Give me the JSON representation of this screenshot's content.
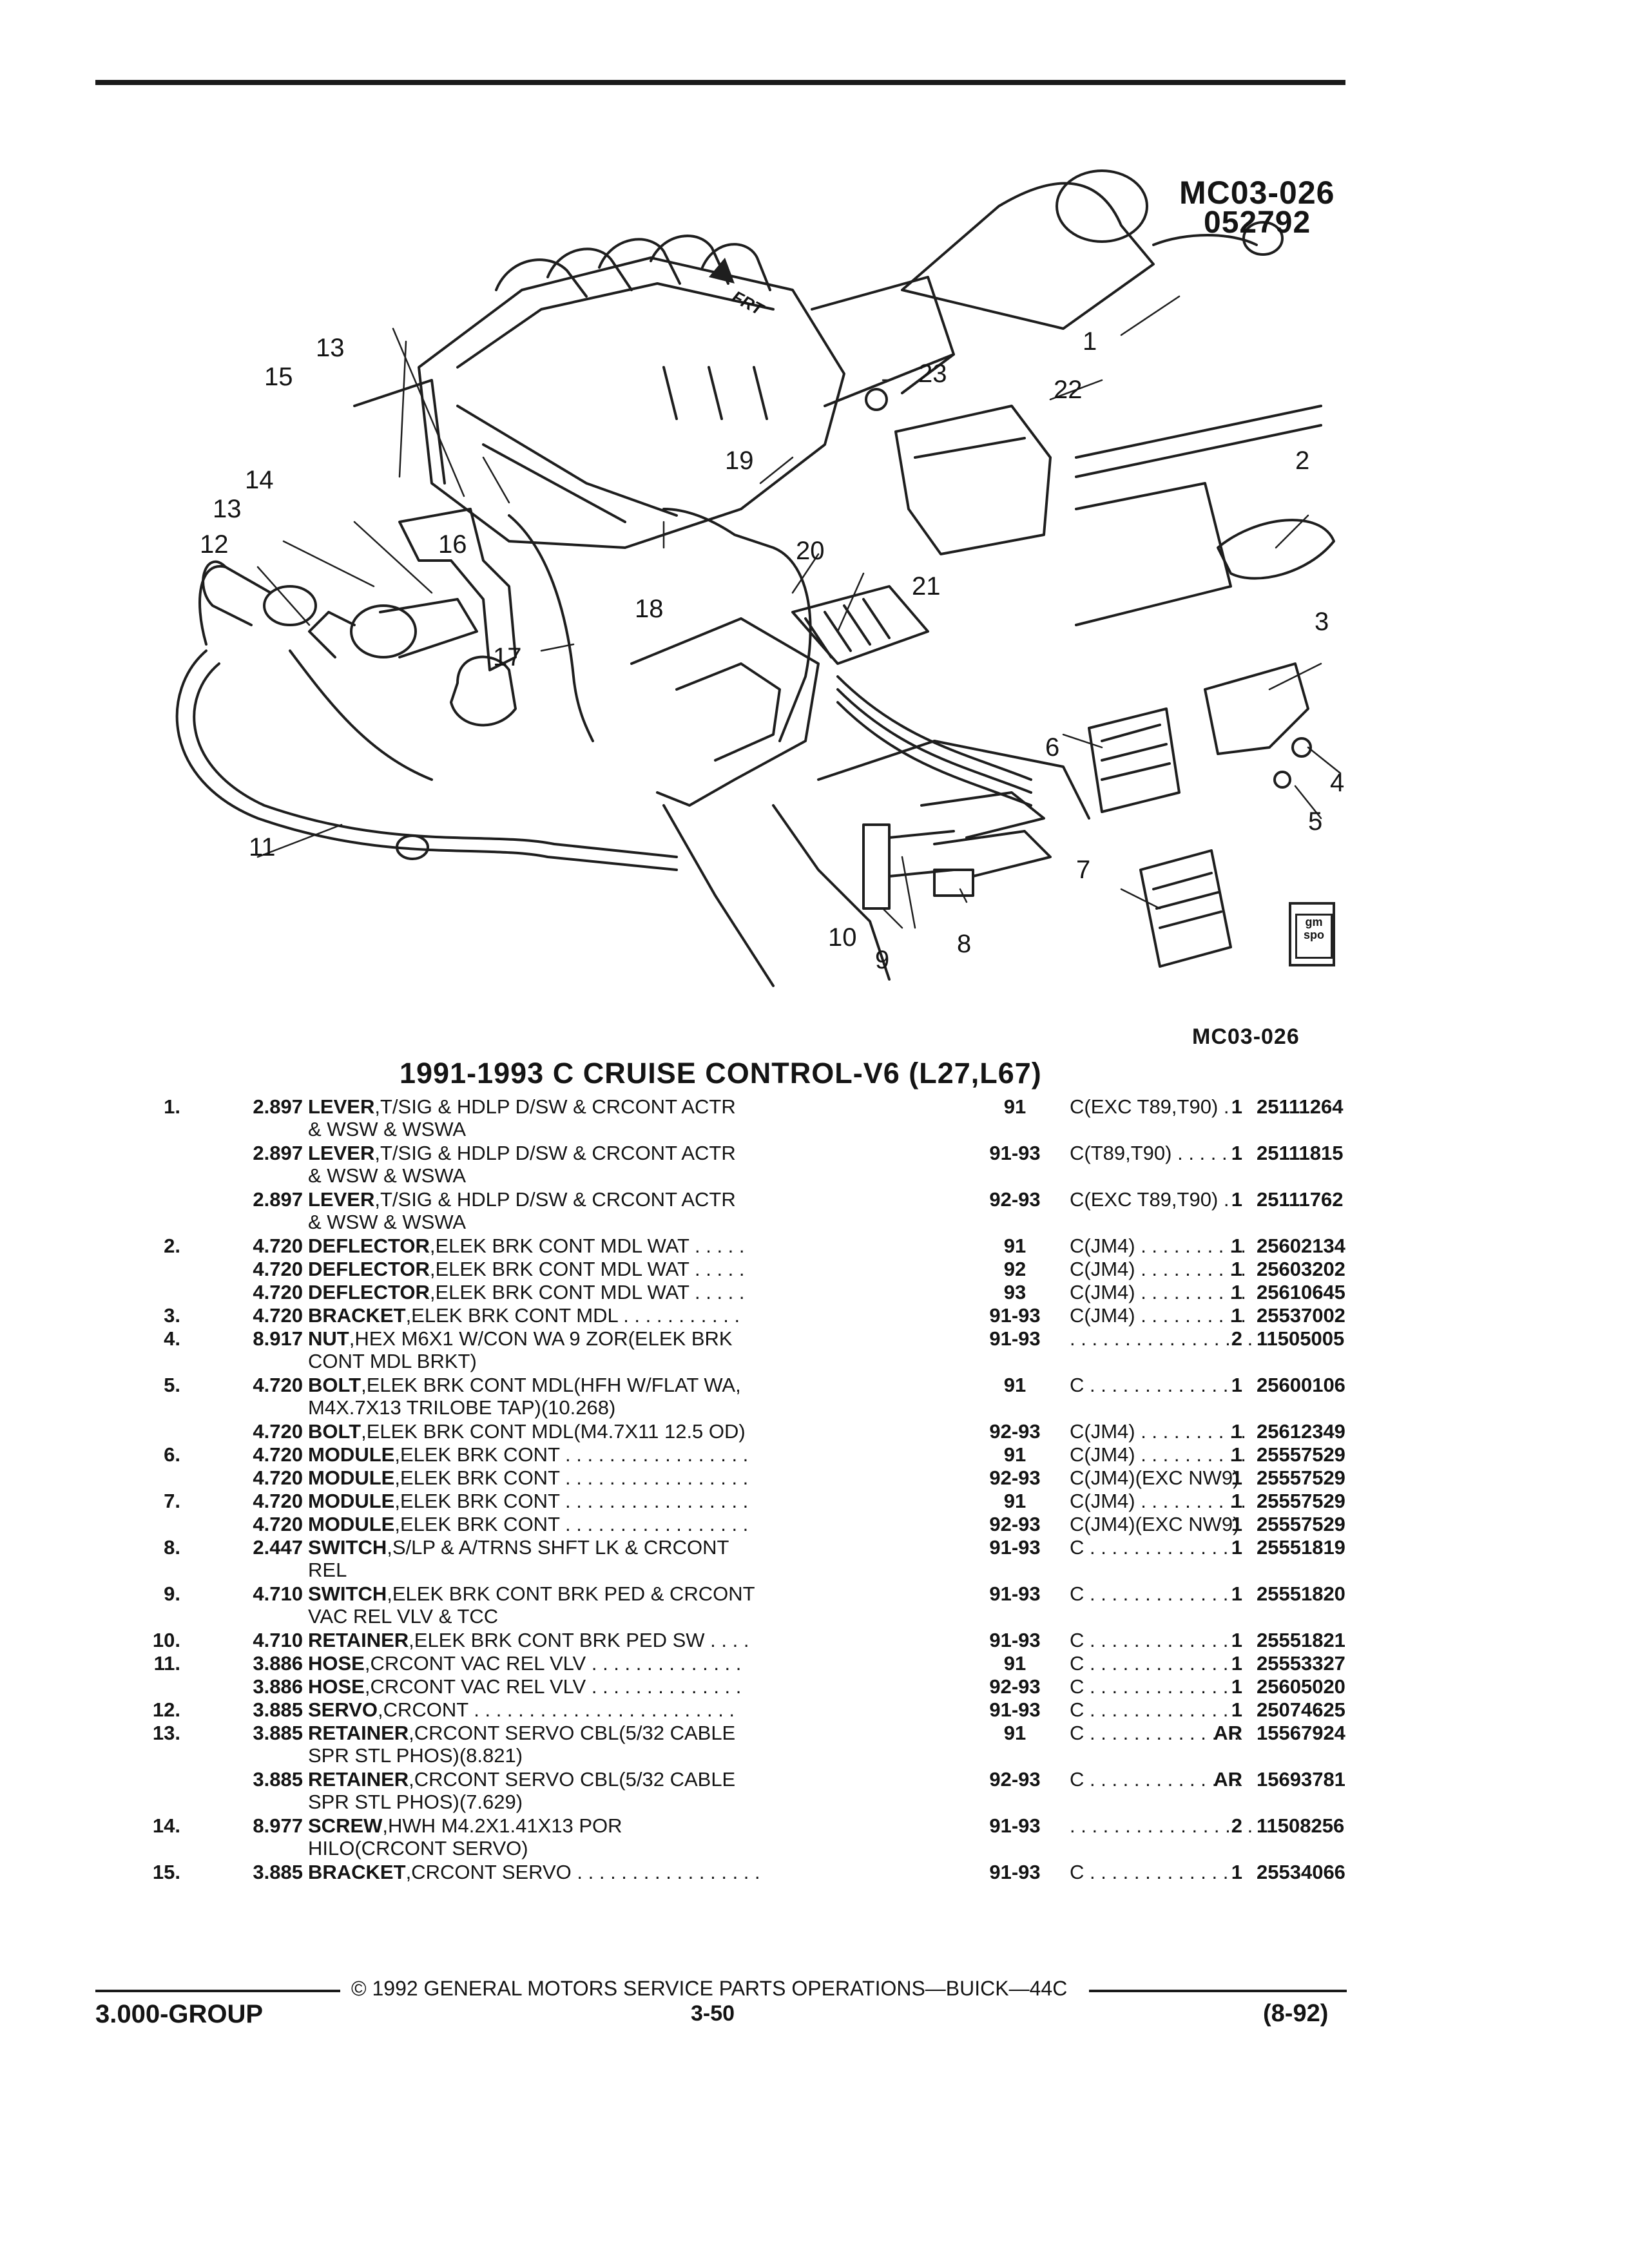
{
  "figure": {
    "code_top": "MC03-026",
    "date_top": "052792",
    "code_bottom": "MC03-026",
    "frt_label": "FRT",
    "logo_text": "gm spo",
    "callouts": [
      "1",
      "2",
      "3",
      "4",
      "5",
      "6",
      "7",
      "8",
      "9",
      "10",
      "11",
      "12",
      "13",
      "13",
      "14",
      "15",
      "16",
      "17",
      "18",
      "19",
      "20",
      "21",
      "22",
      "23"
    ]
  },
  "section_title": "1991-1993 C CRUISE CONTROL-V6 (L27,L67)",
  "parts": [
    {
      "ref": "1.",
      "group": "2.897",
      "name": "LEVER",
      "desc": ",T/SIG & HDLP D/SW & CRCONT ACTR",
      "desc2": "& WSW & WSWA",
      "years": "91",
      "usage": "C(EXC T89,T90)  . .",
      "qty": "1",
      "part": "25111264"
    },
    {
      "ref": "",
      "group": "2.897",
      "name": "LEVER",
      "desc": ",T/SIG & HDLP D/SW & CRCONT ACTR",
      "desc2": "& WSW & WSWA",
      "years": "91-93",
      "usage": "C(T89,T90)  . . . . . .",
      "qty": "1",
      "part": "25111815"
    },
    {
      "ref": "",
      "group": "2.897",
      "name": "LEVER",
      "desc": ",T/SIG & HDLP D/SW & CRCONT ACTR",
      "desc2": "& WSW & WSWA",
      "years": "92-93",
      "usage": "C(EXC T89,T90)  . .",
      "qty": "1",
      "part": "25111762"
    },
    {
      "ref": "2.",
      "group": "4.720",
      "name": "DEFLECTOR",
      "desc": ",ELEK BRK CONT MDL WAT  . . . . .",
      "desc2": "",
      "years": "91",
      "usage": "C(JM4)  . . . . . . . . . .",
      "qty": "1",
      "part": "25602134"
    },
    {
      "ref": "",
      "group": "4.720",
      "name": "DEFLECTOR",
      "desc": ",ELEK BRK CONT MDL WAT  . . . . .",
      "desc2": "",
      "years": "92",
      "usage": "C(JM4)  . . . . . . . . . .",
      "qty": "1",
      "part": "25603202"
    },
    {
      "ref": "",
      "group": "4.720",
      "name": "DEFLECTOR",
      "desc": ",ELEK BRK CONT MDL WAT  . . . . .",
      "desc2": "",
      "years": "93",
      "usage": "C(JM4)  . . . . . . . . . .",
      "qty": "1",
      "part": "25610645"
    },
    {
      "ref": "3.",
      "group": "4.720",
      "name": "BRACKET",
      "desc": ",ELEK BRK CONT MDL  . . . . . . . . . . .",
      "desc2": "",
      "years": "91-93",
      "usage": "C(JM4)  . . . . . . . . . .",
      "qty": "1",
      "part": "25537002"
    },
    {
      "ref": "4.",
      "group": "8.917",
      "name": "NUT",
      "desc": ",HEX M6X1 W/CON WA 9 ZOR(ELEK BRK",
      "desc2": "CONT MDL BRKT)",
      "years": "91-93",
      "usage": ". . . . . . . . . . . . . . . . .",
      "qty": "2",
      "part": "11505005"
    },
    {
      "ref": "5.",
      "group": "4.720",
      "name": "BOLT",
      "desc": ",ELEK BRK CONT MDL(HFH W/FLAT WA,",
      "desc2": "M4X.7X13 TRILOBE TAP)(10.268)",
      "years": "91",
      "usage": "C  . . . . . . . . . . . . . .",
      "qty": "1",
      "part": "25600106"
    },
    {
      "ref": "",
      "group": "4.720",
      "name": "BOLT",
      "desc": ",ELEK BRK CONT MDL(M4.7X11 12.5 OD)",
      "desc2": "",
      "years": "92-93",
      "usage": "C(JM4)  . . . . . . . . . .",
      "qty": "1",
      "part": "25612349"
    },
    {
      "ref": "6.",
      "group": "4.720",
      "name": "MODULE",
      "desc": ",ELEK BRK CONT  . . . . . . . . . . . . . . . . .",
      "desc2": "",
      "years": "91",
      "usage": "C(JM4)  . . . . . . . . . .",
      "qty": "1",
      "part": "25557529"
    },
    {
      "ref": "",
      "group": "4.720",
      "name": "MODULE",
      "desc": ",ELEK BRK CONT  . . . . . . . . . . . . . . . . .",
      "desc2": "",
      "years": "92-93",
      "usage": "C(JM4)(EXC NW9)",
      "qty": "1",
      "part": "25557529"
    },
    {
      "ref": "7.",
      "group": "4.720",
      "name": "MODULE",
      "desc": ",ELEK BRK CONT  . . . . . . . . . . . . . . . . .",
      "desc2": "",
      "years": "91",
      "usage": "C(JM4)  . . . . . . . . . .",
      "qty": "1",
      "part": "25557529"
    },
    {
      "ref": "",
      "group": "4.720",
      "name": "MODULE",
      "desc": ",ELEK BRK CONT  . . . . . . . . . . . . . . . . .",
      "desc2": "",
      "years": "92-93",
      "usage": "C(JM4)(EXC NW9)",
      "qty": "1",
      "part": "25557529"
    },
    {
      "ref": "8.",
      "group": "2.447",
      "name": "SWITCH",
      "desc": ",S/LP & A/TRNS SHFT LK & CRCONT",
      "desc2": "REL",
      "years": "91-93",
      "usage": "C  . . . . . . . . . . . . . .",
      "qty": "1",
      "part": "25551819"
    },
    {
      "ref": "9.",
      "group": "4.710",
      "name": "SWITCH",
      "desc": ",ELEK BRK CONT BRK PED & CRCONT",
      "desc2": "VAC REL VLV & TCC",
      "years": "91-93",
      "usage": "C  . . . . . . . . . . . . . .",
      "qty": "1",
      "part": "25551820"
    },
    {
      "ref": "10.",
      "group": "4.710",
      "name": "RETAINER",
      "desc": ",ELEK BRK CONT BRK PED SW  . . . .",
      "desc2": "",
      "years": "91-93",
      "usage": "C  . . . . . . . . . . . . . .",
      "qty": "1",
      "part": "25551821"
    },
    {
      "ref": "11.",
      "group": "3.886",
      "name": "HOSE",
      "desc": ",CRCONT VAC REL VLV  . . . . . . . . . . . . . .",
      "desc2": "",
      "years": "91",
      "usage": "C  . . . . . . . . . . . . . .",
      "qty": "1",
      "part": "25553327"
    },
    {
      "ref": "",
      "group": "3.886",
      "name": "HOSE",
      "desc": ",CRCONT VAC REL VLV  . . . . . . . . . . . . . .",
      "desc2": "",
      "years": "92-93",
      "usage": "C  . . . . . . . . . . . . . .",
      "qty": "1",
      "part": "25605020"
    },
    {
      "ref": "12.",
      "group": "3.885",
      "name": "SERVO",
      "desc": ",CRCONT  . . . . . . . . . . . . . . . . . . . . . . . .",
      "desc2": "",
      "years": "91-93",
      "usage": "C  . . . . . . . . . . . . . .",
      "qty": "1",
      "part": "25074625"
    },
    {
      "ref": "13.",
      "group": "3.885",
      "name": "RETAINER",
      "desc": ",CRCONT SERVO CBL(5/32 CABLE",
      "desc2": "SPR STL PHOS)(8.821)",
      "years": "91",
      "usage": "C  . . . . . . . . . . . . . .",
      "qty": "AR",
      "part": "15567924"
    },
    {
      "ref": "",
      "group": "3.885",
      "name": "RETAINER",
      "desc": ",CRCONT SERVO CBL(5/32 CABLE",
      "desc2": "SPR STL PHOS)(7.629)",
      "years": "92-93",
      "usage": "C  . . . . . . . . . . . . . .",
      "qty": "AR",
      "part": "15693781"
    },
    {
      "ref": "14.",
      "group": "8.977",
      "name": "SCREW",
      "desc": ",HWH M4.2X1.41X13 POR",
      "desc2": "HILO(CRCONT SERVO)",
      "years": "91-93",
      "usage": ". . . . . . . . . . . . . . . . .",
      "qty": "2",
      "part": "11508256"
    },
    {
      "ref": "15.",
      "group": "3.885",
      "name": "BRACKET",
      "desc": ",CRCONT SERVO  . . . . . . . . . . . . . . . . .",
      "desc2": "",
      "years": "91-93",
      "usage": "C  . . . . . . . . . . . . . .",
      "qty": "1",
      "part": "25534066"
    }
  ],
  "footer": {
    "copyright": "© 1992 GENERAL MOTORS SERVICE PARTS OPERATIONS—BUICK—44C",
    "group": "3.000-GROUP",
    "page": "3-50",
    "date": "(8-92)"
  }
}
